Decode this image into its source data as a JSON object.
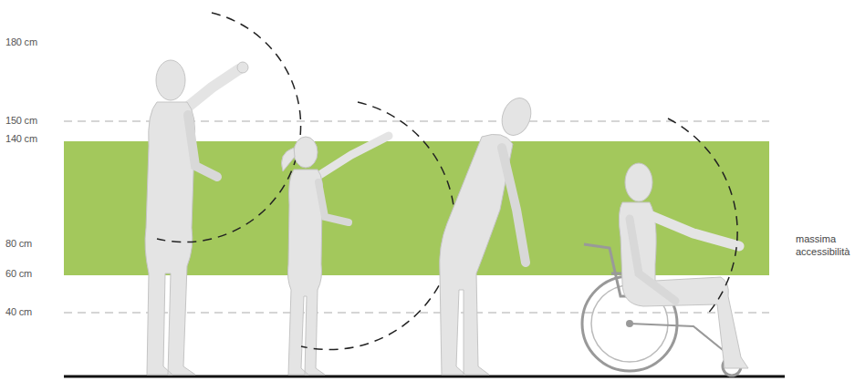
{
  "diagram": {
    "nodes": [
      {
        "text": [
          "massima accessibilità"
        ]
      }
    ],
    "labels": [
      "180 cm",
      "150 cm",
      "140 cm",
      "80 cm",
      "60 cm",
      "40 cm"
    ]
  }
}
